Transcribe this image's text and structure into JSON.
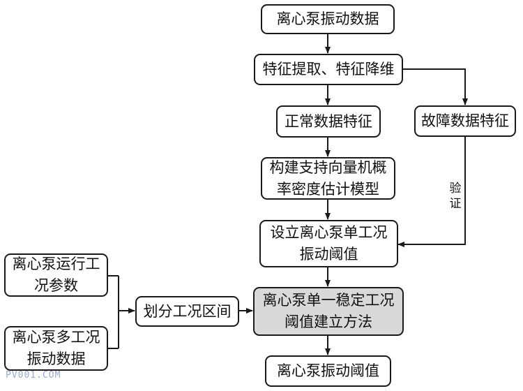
{
  "nodes": {
    "vibration_data": "离心泵振动数据",
    "feature_extraction": "特征提取、特征降维",
    "normal_features": "正常数据特征",
    "fault_features": "故障数据特征",
    "svm_model": "构建支持向量机概\n率密度估计模型",
    "single_threshold": "设立离心泵单工况\n振动阈值",
    "operating_params": "离心泵运行工\n况参数",
    "multi_condition_data": "离心泵多工况\n振动数据",
    "partition_intervals": "划分工况区间",
    "steady_method": "离心泵单一稳定工况\n阈值建立方法",
    "final_threshold": "离心泵振动阈值"
  },
  "edge_labels": {
    "verify": "验\n证"
  },
  "watermark": "PV001.COM",
  "colors": {
    "line": "#1a1a1a",
    "highlight_fill": "#d9d9d9",
    "watermark": "#9aa7d6"
  }
}
